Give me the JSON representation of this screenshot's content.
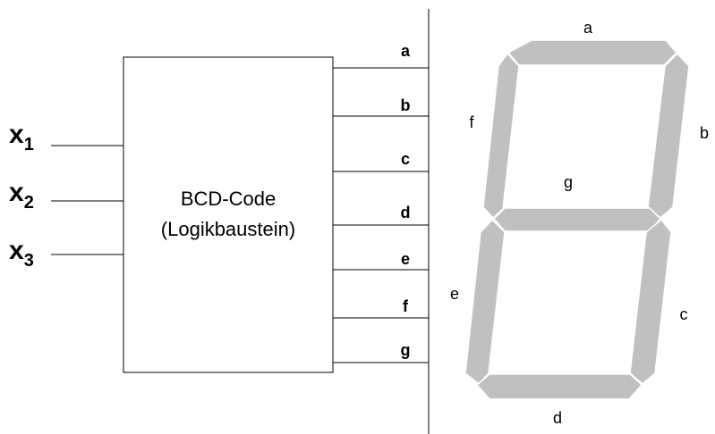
{
  "inputs": [
    {
      "main": "x",
      "sub": "1"
    },
    {
      "main": "x",
      "sub": "2"
    },
    {
      "main": "x",
      "sub": "3"
    }
  ],
  "box": {
    "line1": "BCD-Code",
    "line2": "(Logikbaustein)"
  },
  "outputs": [
    "a",
    "b",
    "c",
    "d",
    "e",
    "f",
    "g"
  ],
  "segments": {
    "a": "a",
    "b": "b",
    "c": "c",
    "d": "d",
    "e": "e",
    "f": "f",
    "g": "g"
  },
  "colors": {
    "segment_fill": "#c0c0c0",
    "line": "#000000",
    "background": "#ffffff"
  }
}
